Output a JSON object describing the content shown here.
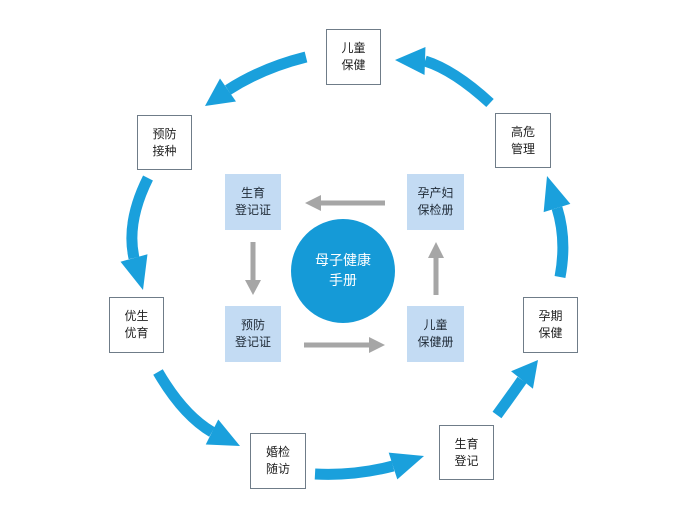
{
  "colors": {
    "cycle_arrow": "#1aa0dc",
    "inner_arrow": "#a6a6a6",
    "outer_border": "#6f7c88",
    "inner_fill": "#c3dbf3",
    "center_fill": "#159ad7"
  },
  "center": {
    "line1": "母子健康",
    "line2": "手册"
  },
  "outer_nodes": {
    "child_care": {
      "line1": "儿童",
      "line2": "保健"
    },
    "high_risk": {
      "line1": "高危",
      "line2": "管理"
    },
    "pregnancy_care": {
      "line1": "孕期",
      "line2": "保健"
    },
    "birth_register": {
      "line1": "生育",
      "line2": "登记"
    },
    "premarital": {
      "line1": "婚检",
      "line2": "随访"
    },
    "eugenics": {
      "line1": "优生",
      "line2": "优育"
    },
    "vaccination": {
      "line1": "预防",
      "line2": "接种"
    }
  },
  "inner_nodes": {
    "birth_certificate": {
      "line1": "生育",
      "line2": "登记证"
    },
    "maternal_handbook": {
      "line1": "孕产妇",
      "line2": "保检册"
    },
    "vaccination_certificate": {
      "line1": "预防",
      "line2": "登记证"
    },
    "child_handbook": {
      "line1": "儿童",
      "line2": "保健册"
    }
  }
}
